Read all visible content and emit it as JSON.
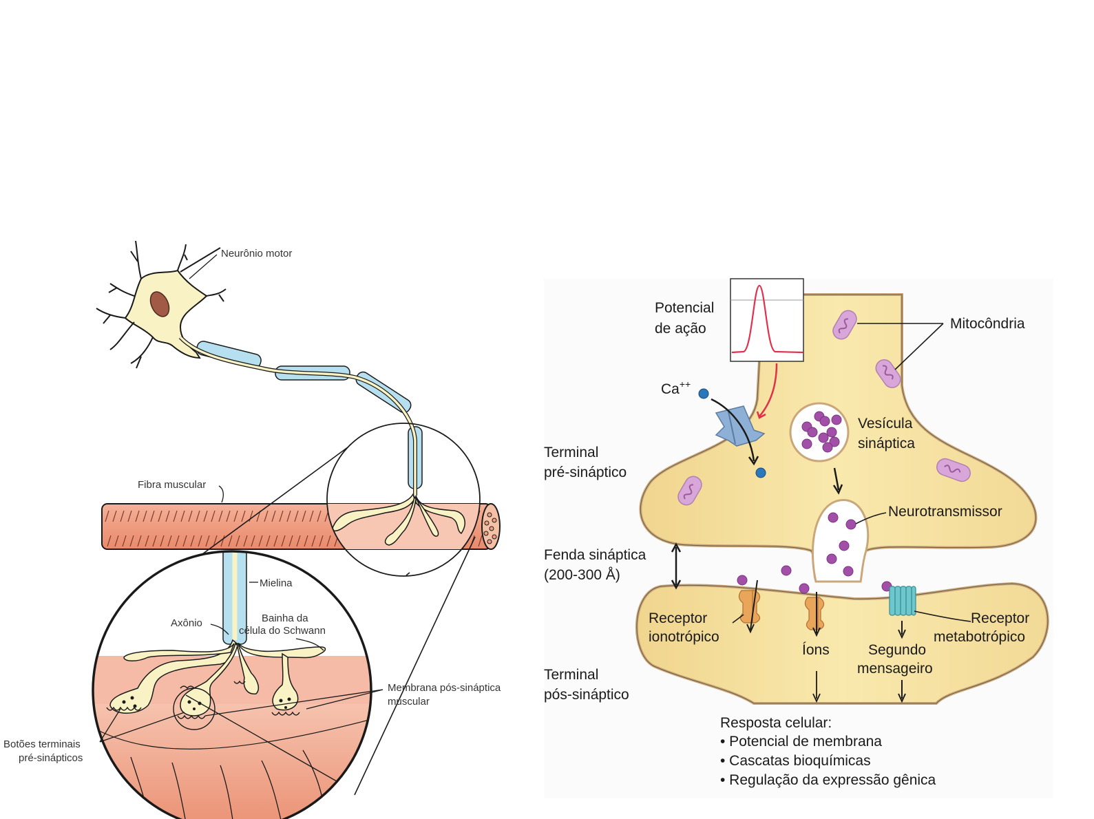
{
  "left_panel": {
    "title": "Junção neuromuscular",
    "labels": {
      "motor_neuron": "Neurônio motor",
      "muscle_fiber": "Fibra muscular",
      "myelin": "Mielina",
      "axon": "Axônio",
      "schwann_line1": "Bainha da",
      "schwann_line2": "célula do Schwann",
      "postsynaptic_membrane_line1": "Membrana pós-sináptica",
      "postsynaptic_membrane_line2": "muscular",
      "terminal_buttons_line1": "Botões terminais",
      "terminal_buttons_line2": "pré-sinápticos"
    }
  },
  "right_panel": {
    "title": "Sinapse química",
    "labels": {
      "action_potential_line1": "Potencial",
      "action_potential_line2": "de ação",
      "mitochondria": "Mitocôndria",
      "calcium": "Ca",
      "calcium_sup": "++",
      "synaptic_vesicle_line1": "Vesícula",
      "synaptic_vesicle_line2": "sináptica",
      "presynaptic_line1": "Terminal",
      "presynaptic_line2": "pré-sináptico",
      "neurotransmitter": "Neurotransmissor",
      "cleft_line1": "Fenda sináptica",
      "cleft_line2": "(200-300 Å)",
      "ionotropic_line1": "Receptor",
      "ionotropic_line2": "ionotrópico",
      "ions": "Íons",
      "second_messenger_line1": "Segundo",
      "second_messenger_line2": "mensageiro",
      "metabotropic_line1": "Receptor",
      "metabotropic_line2": "metabotrópico",
      "postsynaptic_line1": "Terminal",
      "postsynaptic_line2": "pós-sináptico"
    },
    "cellular_response": {
      "heading": "Resposta celular:",
      "items": [
        "Potencial de membrana",
        "Cascatas bioquímicas",
        "Regulação da expressão gênica"
      ]
    }
  },
  "colors": {
    "neuron_fill": "#f8f2c4",
    "myelin_fill": "#b6dfef",
    "muscle_fill": "#ef9f85",
    "muscle_light": "#f7c7b3",
    "terminal_fill": "#f6e09a",
    "mitochondria_fill": "#d9a6d9",
    "vesicle_dot": "#a24fa8",
    "calcium_dot": "#2a78b8",
    "channel_blue": "#8fb0d6",
    "receptor_orange": "#e9a65a",
    "receptor_teal": "#6cc8cc",
    "action_potential_line": "#e0304a"
  }
}
